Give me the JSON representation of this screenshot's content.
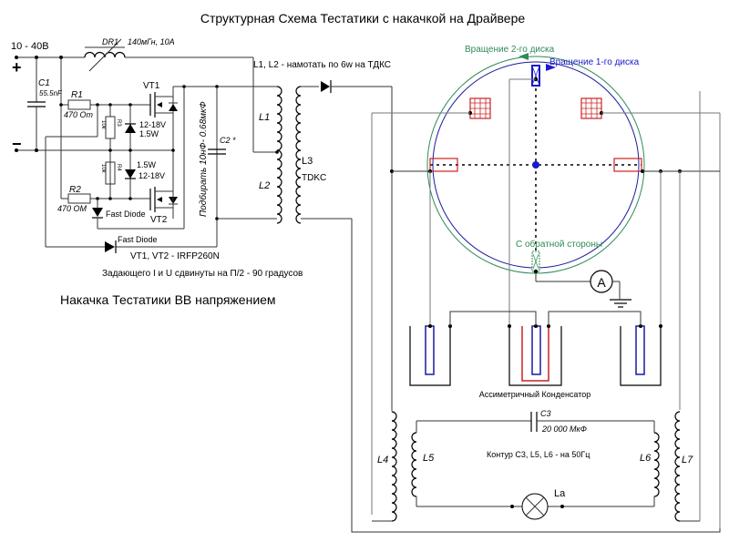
{
  "title": "Структурная Схема Тестатики с накачкой на Драйвере",
  "subtitle": "Накачка Тестатики ВВ напряжением",
  "power": {
    "voltage": "10 - 40В",
    "plus": "+",
    "minus": "−"
  },
  "components": {
    "dr1": {
      "name": "DR1",
      "value": "140мГн, 10А"
    },
    "c1": {
      "name": "C1",
      "value": "55.5nF"
    },
    "r1": {
      "name": "R1",
      "value": "470 Om"
    },
    "r2": {
      "name": "R2",
      "value": "470 OM"
    },
    "r3": {
      "name": "R3",
      "value": "10k"
    },
    "r4": {
      "name": "R4",
      "value": "10k"
    },
    "zener1": {
      "voltage": "12-18V",
      "power": "1.5W"
    },
    "zener2": {
      "voltage": "12-18V",
      "power": "1.5W"
    },
    "vt1": {
      "name": "VT1"
    },
    "vt2": {
      "name": "VT2"
    },
    "fast_diode_1": "Fast Diode",
    "fast_diode_2": "Fast Diode",
    "c2": {
      "name": "C2 *",
      "note": "Подбирать 10нФ- 0.68мкФ"
    },
    "l1": "L1",
    "l2": "L2",
    "l3": {
      "name": "L3",
      "type": "TDKC"
    },
    "l4": "L4",
    "l5": "L5",
    "l6": "L6",
    "l7": "L7",
    "c3": {
      "name": "C3",
      "value": "20 000 МкФ"
    },
    "lamp": "La",
    "ammeter": "A"
  },
  "notes": {
    "winding": "L1, L2 - намотать по 6w на ТДКС",
    "transistors": "VT1, VT2 - IRFP260N",
    "phase": "Задающего I и U сдвинуты на П/2 - 90 градусов",
    "rotation_disk2": "Вращение 2-го диска",
    "rotation_disk1": "Вращение 1-го диска",
    "back_side": "С обратной стороны",
    "asym_capacitor": "Ассиметричный Конденсатор",
    "tank_circuit": "Контур С3, L5, L6 - на 50Гц"
  },
  "colors": {
    "disk1": "#1a1aa0",
    "disk2": "#2e8b57",
    "sectors": "#cc2222",
    "brush": "#1a1acc"
  }
}
